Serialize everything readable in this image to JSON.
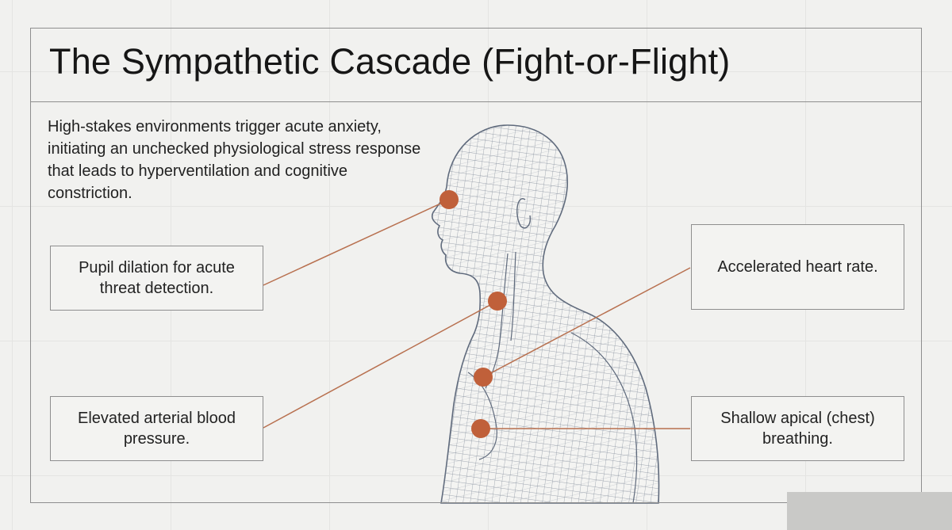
{
  "title": "The Sympathetic Cascade (Fight-or-Flight)",
  "intro": "High-stakes environments trigger acute anxiety, initiating an unchecked physiological stress response that leads to hyperventilation and cognitive constriction.",
  "callouts": {
    "pupil": "Pupil dilation for acute threat detection.",
    "blood_pressure": "Elevated arterial blood pressure.",
    "heart_rate": "Accelerated heart rate.",
    "breathing": "Shallow apical (chest) breathing."
  },
  "colors": {
    "marker": "#c0603a",
    "leader_line": "#b8704f",
    "wireframe": "#6f7a8c",
    "frame": "#8e8e8e"
  }
}
